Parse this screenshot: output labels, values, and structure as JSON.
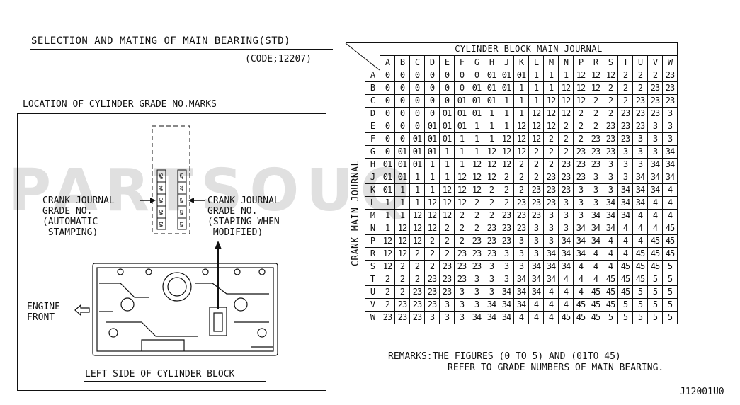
{
  "header": {
    "title": "SELECTION AND MATING OF MAIN BEARING(STD)",
    "code": "(CODE;12207)"
  },
  "left_panel": {
    "section_title": "LOCATION OF CYLINDER GRADE NO.MARKS",
    "crank_auto": [
      "CRANK JOURNAL",
      "GRADE NO.",
      "(AUTOMATIC",
      " STAMPING)"
    ],
    "crank_modified": [
      "CRANK JOURNAL",
      "GRADE NO.",
      "(STAPING WHEN",
      " MODIFIED)"
    ],
    "engine_front": [
      "ENGINE",
      "FRONT"
    ],
    "caption": "LEFT SIDE OF CYLINDER BLOCK",
    "stamp_left": [
      "#1",
      "#2",
      "#3",
      "#4",
      "#5"
    ],
    "stamp_right": [
      "#1",
      "#2",
      "#3",
      "#4",
      "#5"
    ]
  },
  "table": {
    "cylinder_header": "CYLINDER BLOCK MAIN JOURNAL",
    "crank_header": "CRANK MAIN JOURNAL",
    "columns": [
      "A",
      "B",
      "C",
      "D",
      "E",
      "F",
      "G",
      "H",
      "J",
      "K",
      "L",
      "M",
      "N",
      "P",
      "R",
      "S",
      "T",
      "U",
      "V",
      "W"
    ],
    "rows": [
      {
        "label": "A",
        "cells": [
          "0",
          "0",
          "0",
          "0",
          "0",
          "0",
          "0",
          "01",
          "01",
          "01",
          "1",
          "1",
          "1",
          "12",
          "12",
          "12",
          "2",
          "2",
          "2",
          "23"
        ]
      },
      {
        "label": "B",
        "cells": [
          "0",
          "0",
          "0",
          "0",
          "0",
          "0",
          "01",
          "01",
          "01",
          "1",
          "1",
          "1",
          "12",
          "12",
          "12",
          "2",
          "2",
          "2",
          "23",
          "23"
        ]
      },
      {
        "label": "C",
        "cells": [
          "0",
          "0",
          "0",
          "0",
          "0",
          "01",
          "01",
          "01",
          "1",
          "1",
          "1",
          "12",
          "12",
          "12",
          "2",
          "2",
          "2",
          "23",
          "23",
          "23"
        ]
      },
      {
        "label": "D",
        "cells": [
          "0",
          "0",
          "0",
          "0",
          "01",
          "01",
          "01",
          "1",
          "1",
          "1",
          "12",
          "12",
          "12",
          "2",
          "2",
          "2",
          "23",
          "23",
          "23",
          "3"
        ]
      },
      {
        "label": "E",
        "cells": [
          "0",
          "0",
          "0",
          "01",
          "01",
          "01",
          "1",
          "1",
          "1",
          "12",
          "12",
          "12",
          "2",
          "2",
          "2",
          "23",
          "23",
          "23",
          "3",
          "3"
        ]
      },
      {
        "label": "F",
        "cells": [
          "0",
          "0",
          "01",
          "01",
          "01",
          "1",
          "1",
          "1",
          "12",
          "12",
          "12",
          "2",
          "2",
          "2",
          "23",
          "23",
          "23",
          "3",
          "3",
          "3"
        ]
      },
      {
        "label": "G",
        "cells": [
          "0",
          "01",
          "01",
          "01",
          "1",
          "1",
          "1",
          "12",
          "12",
          "12",
          "2",
          "2",
          "2",
          "23",
          "23",
          "23",
          "3",
          "3",
          "3",
          "34"
        ]
      },
      {
        "label": "H",
        "cells": [
          "01",
          "01",
          "01",
          "1",
          "1",
          "1",
          "12",
          "12",
          "12",
          "2",
          "2",
          "2",
          "23",
          "23",
          "23",
          "3",
          "3",
          "3",
          "34",
          "34"
        ]
      },
      {
        "label": "J",
        "cells": [
          "01",
          "01",
          "1",
          "1",
          "1",
          "12",
          "12",
          "12",
          "2",
          "2",
          "2",
          "23",
          "23",
          "23",
          "3",
          "3",
          "3",
          "34",
          "34",
          "34"
        ]
      },
      {
        "label": "K",
        "cells": [
          "01",
          "1",
          "1",
          "1",
          "12",
          "12",
          "12",
          "2",
          "2",
          "2",
          "23",
          "23",
          "23",
          "3",
          "3",
          "3",
          "34",
          "34",
          "34",
          "4"
        ]
      },
      {
        "label": "L",
        "cells": [
          "1",
          "1",
          "1",
          "12",
          "12",
          "12",
          "2",
          "2",
          "2",
          "23",
          "23",
          "23",
          "3",
          "3",
          "3",
          "34",
          "34",
          "34",
          "4",
          "4"
        ]
      },
      {
        "label": "M",
        "cells": [
          "1",
          "1",
          "12",
          "12",
          "12",
          "2",
          "2",
          "2",
          "23",
          "23",
          "23",
          "3",
          "3",
          "3",
          "34",
          "34",
          "34",
          "4",
          "4",
          "4"
        ]
      },
      {
        "label": "N",
        "cells": [
          "1",
          "12",
          "12",
          "12",
          "2",
          "2",
          "2",
          "23",
          "23",
          "23",
          "3",
          "3",
          "3",
          "34",
          "34",
          "34",
          "4",
          "4",
          "4",
          "45"
        ]
      },
      {
        "label": "P",
        "cells": [
          "12",
          "12",
          "12",
          "2",
          "2",
          "2",
          "23",
          "23",
          "23",
          "3",
          "3",
          "3",
          "34",
          "34",
          "34",
          "4",
          "4",
          "4",
          "45",
          "45"
        ]
      },
      {
        "label": "R",
        "cells": [
          "12",
          "12",
          "2",
          "2",
          "2",
          "23",
          "23",
          "23",
          "3",
          "3",
          "3",
          "34",
          "34",
          "34",
          "4",
          "4",
          "4",
          "45",
          "45",
          "45"
        ]
      },
      {
        "label": "S",
        "cells": [
          "12",
          "2",
          "2",
          "2",
          "23",
          "23",
          "23",
          "3",
          "3",
          "3",
          "34",
          "34",
          "34",
          "4",
          "4",
          "4",
          "45",
          "45",
          "45",
          "5"
        ]
      },
      {
        "label": "T",
        "cells": [
          "2",
          "2",
          "2",
          "23",
          "23",
          "23",
          "3",
          "3",
          "3",
          "34",
          "34",
          "34",
          "4",
          "4",
          "4",
          "45",
          "45",
          "45",
          "5",
          "5"
        ]
      },
      {
        "label": "U",
        "cells": [
          "2",
          "2",
          "23",
          "23",
          "23",
          "3",
          "3",
          "3",
          "34",
          "34",
          "34",
          "4",
          "4",
          "4",
          "45",
          "45",
          "45",
          "5",
          "5",
          "5"
        ]
      },
      {
        "label": "V",
        "cells": [
          "2",
          "23",
          "23",
          "23",
          "3",
          "3",
          "3",
          "34",
          "34",
          "34",
          "4",
          "4",
          "4",
          "45",
          "45",
          "45",
          "5",
          "5",
          "5",
          "5"
        ]
      },
      {
        "label": "W",
        "cells": [
          "23",
          "23",
          "23",
          "3",
          "3",
          "3",
          "34",
          "34",
          "34",
          "4",
          "4",
          "4",
          "45",
          "45",
          "45",
          "5",
          "5",
          "5",
          "5",
          "5"
        ]
      }
    ]
  },
  "remarks": {
    "line1": "REMARKS:THE FIGURES (0 TO 5) AND (01TO 45)",
    "line2": "REFER TO GRADE NUMBERS OF MAIN BEARING."
  },
  "figure_code": "J12001U0",
  "watermark": "PARTSOUQ"
}
